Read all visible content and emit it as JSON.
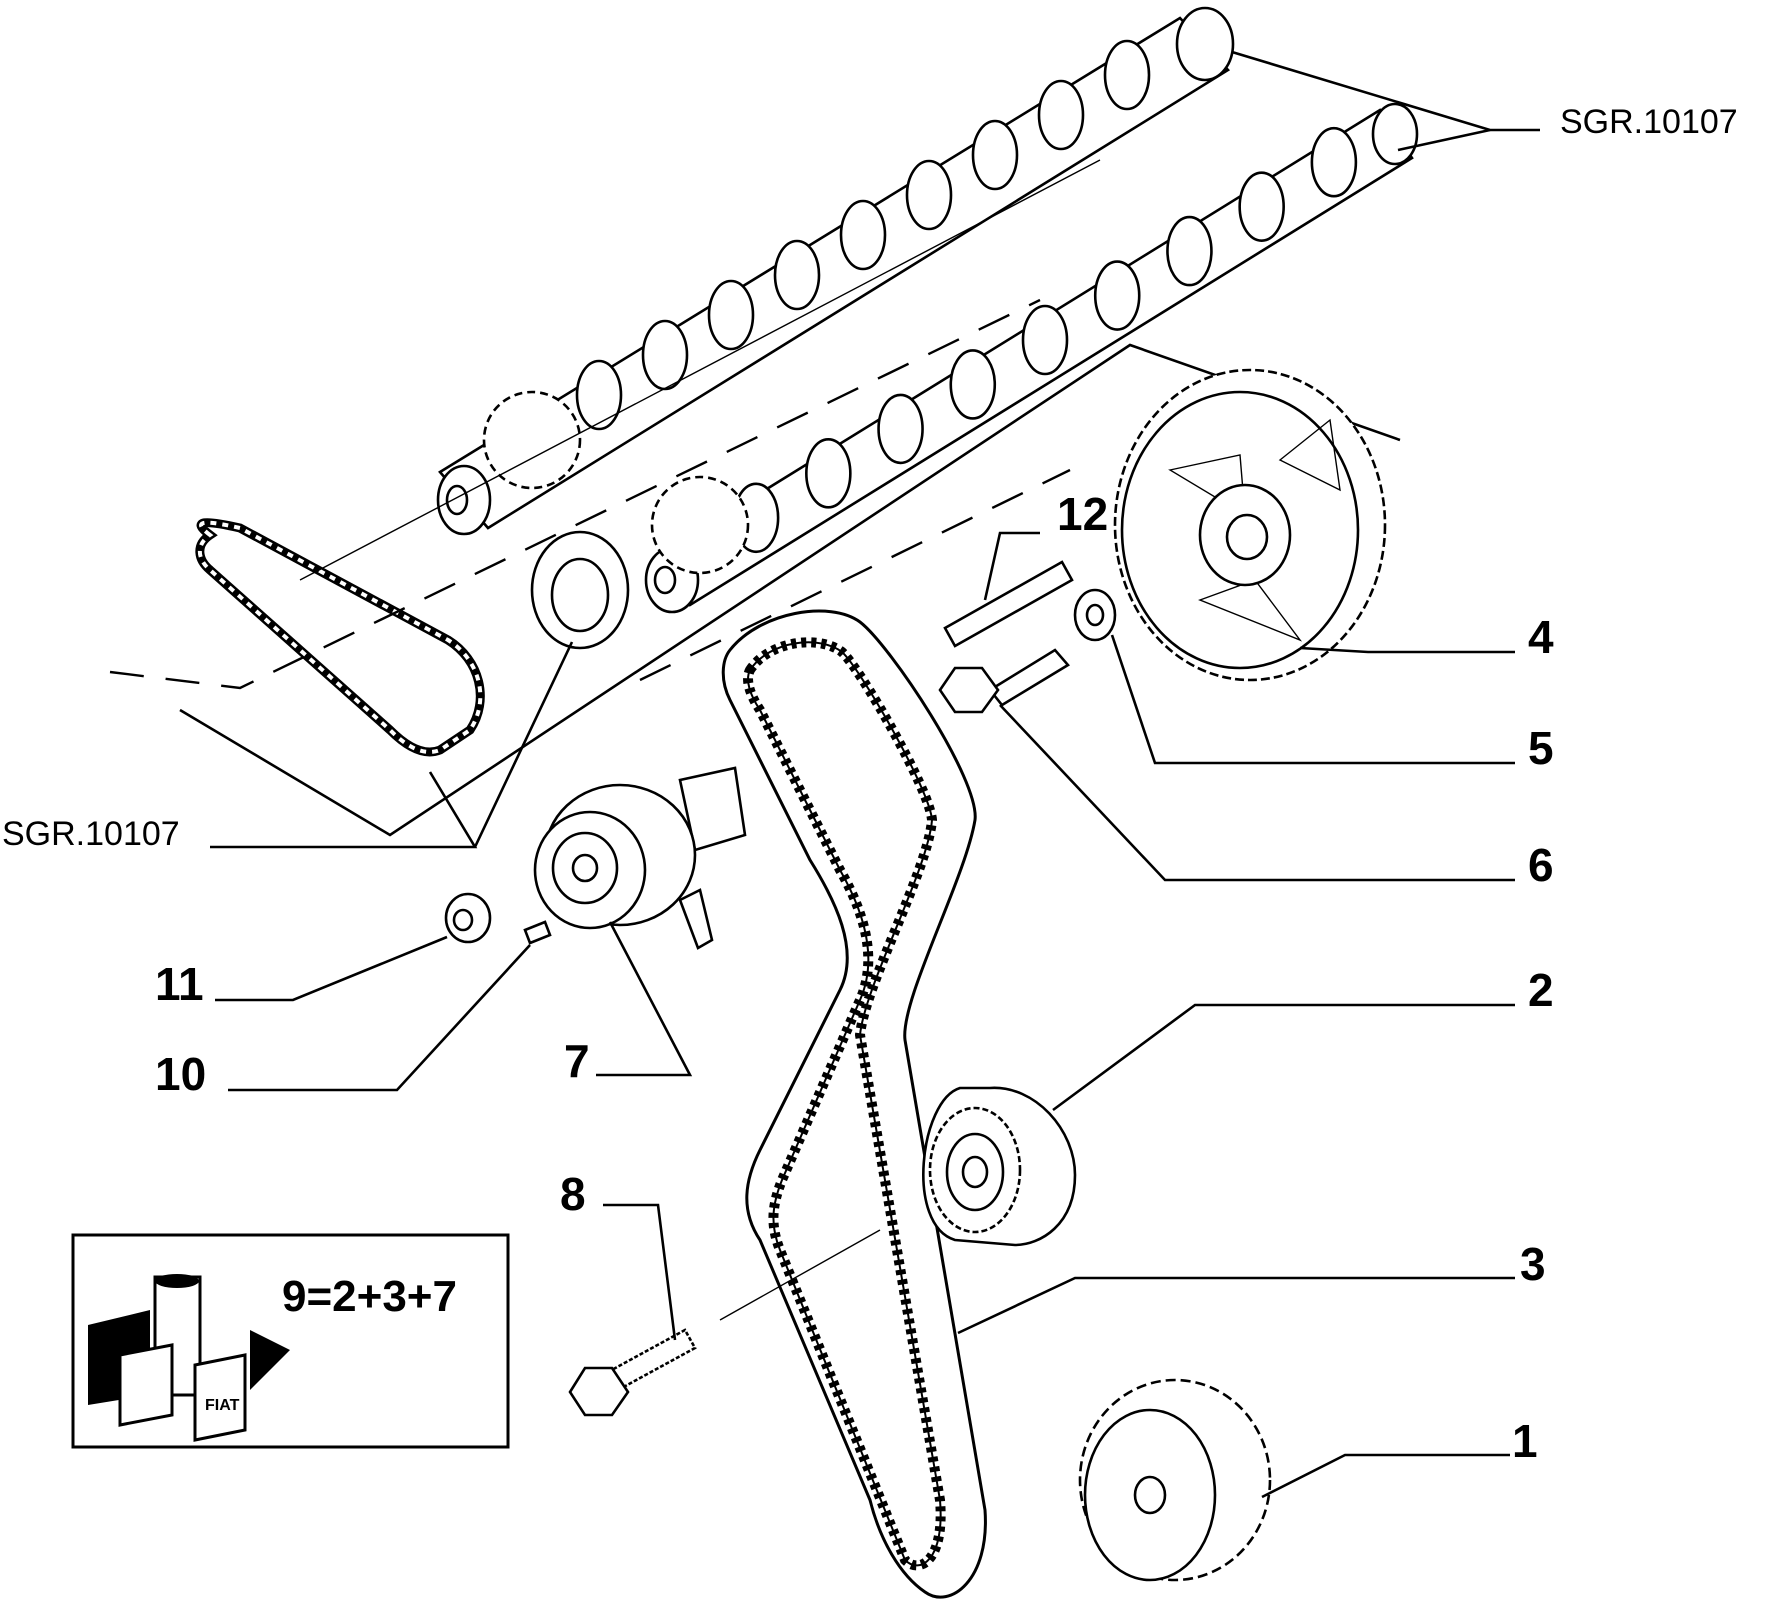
{
  "diagram": {
    "ref_top": "SGR.10107",
    "ref_left": "SGR.10107",
    "callouts": {
      "n1": "1",
      "n2": "2",
      "n3": "3",
      "n4": "4",
      "n5": "5",
      "n6": "6",
      "n7": "7",
      "n8": "8",
      "n10": "10",
      "n11": "11",
      "n12": "12"
    },
    "kit_box": {
      "formula": "9=2+3+7",
      "logo_text": "FIAT"
    }
  }
}
